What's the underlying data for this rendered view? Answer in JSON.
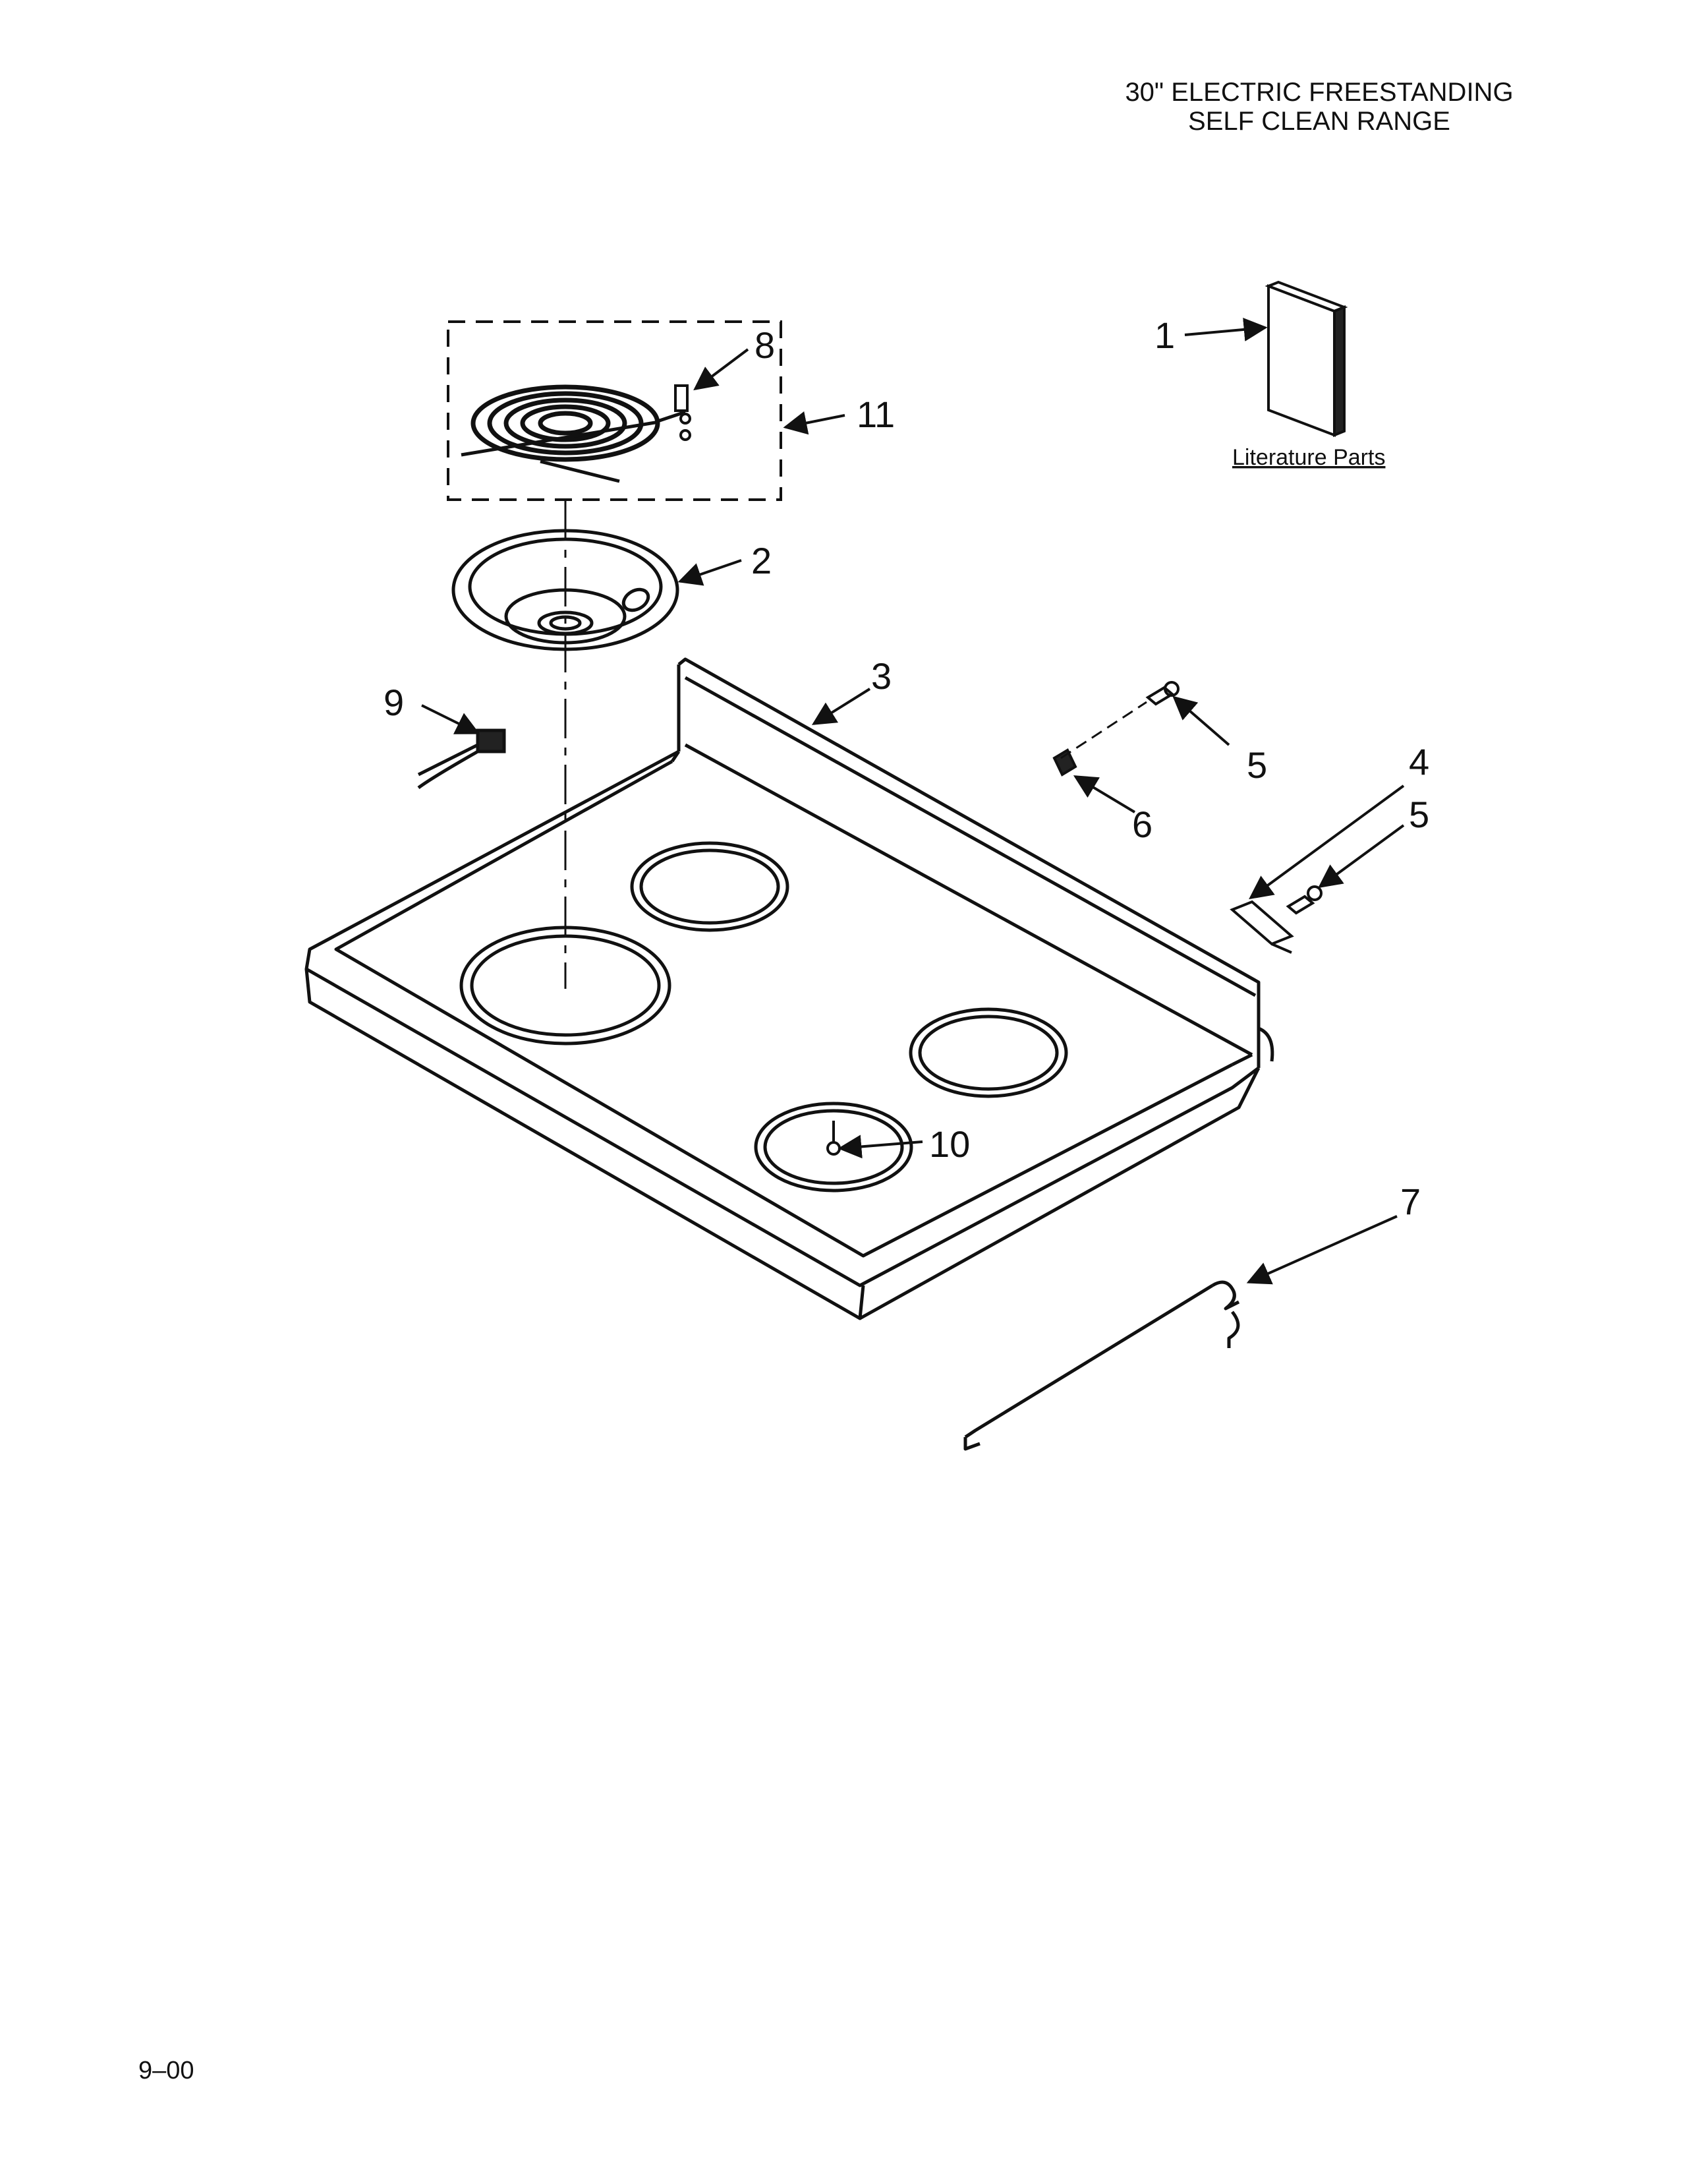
{
  "header": {
    "title_line1": "30\" ELECTRIC FREESTANDING",
    "title_line2": "SELF CLEAN RANGE"
  },
  "callouts": {
    "c1": "1",
    "c2": "2",
    "c3": "3",
    "c4": "4",
    "c5a": "5",
    "c5b": "5",
    "c6": "6",
    "c7": "7",
    "c8": "8",
    "c9": "9",
    "c10": "10",
    "c11": "11"
  },
  "literature_label": "Literature Parts",
  "footer": {
    "date_code": "9–00"
  }
}
